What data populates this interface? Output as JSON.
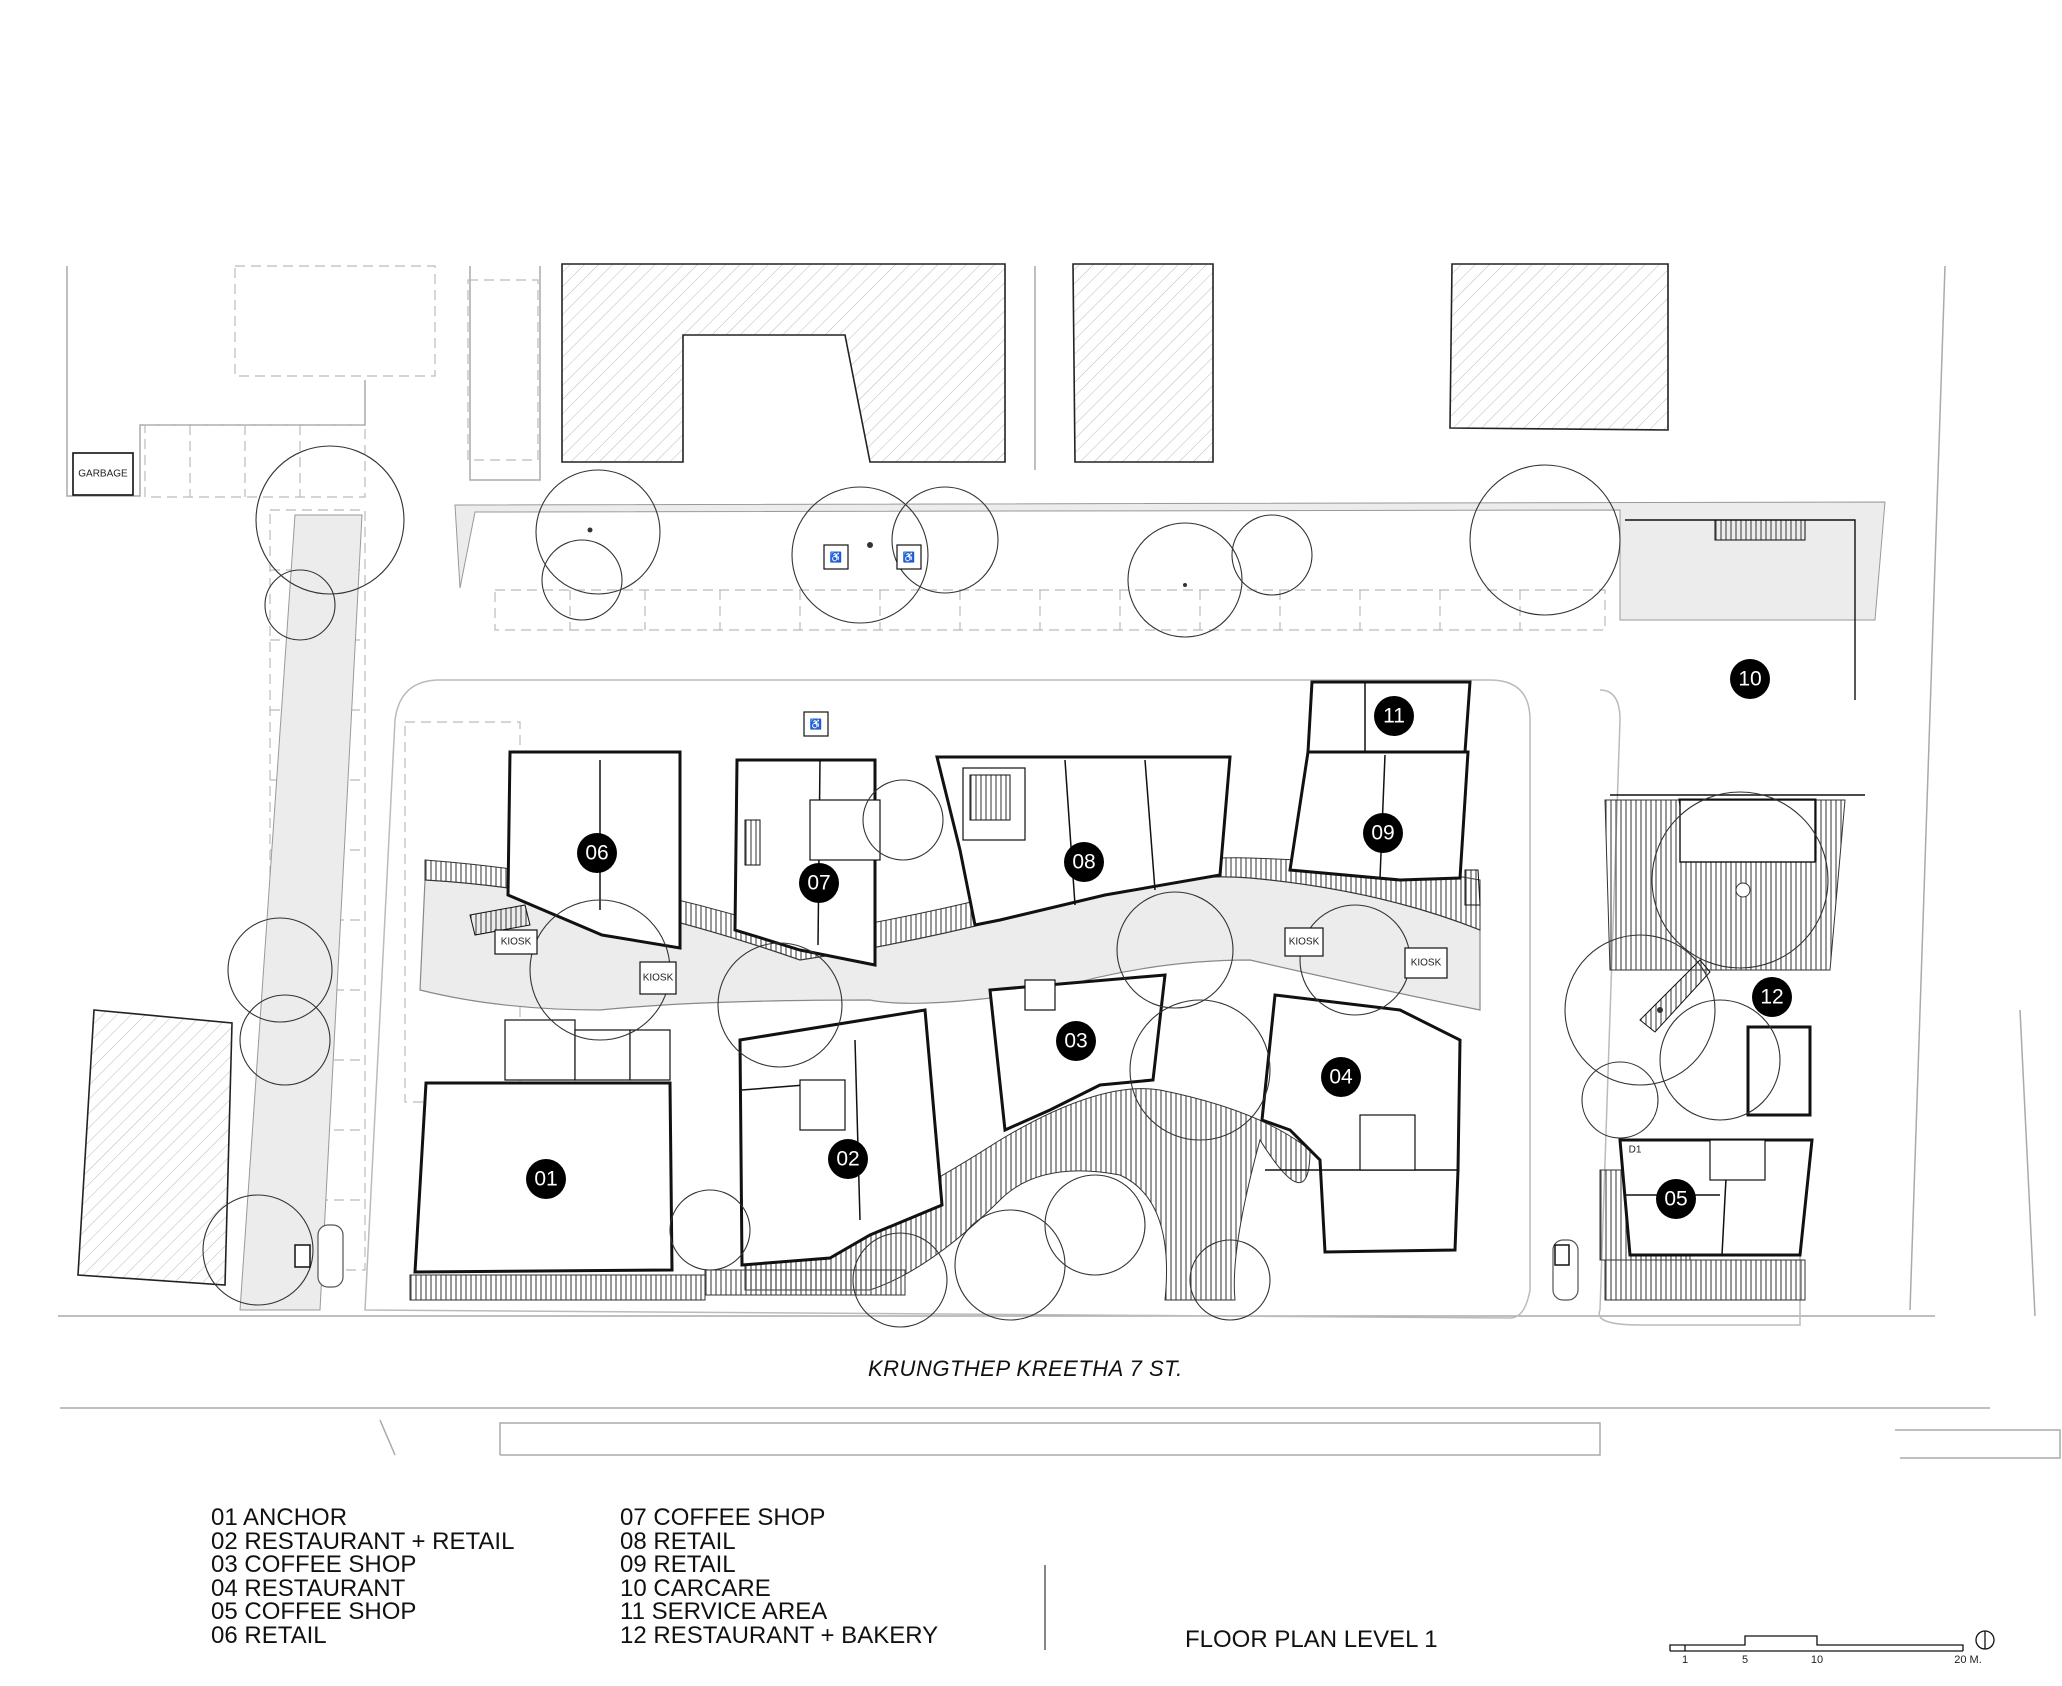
{
  "street_name": "KRUNGTHEP KREETHA 7 ST.",
  "title": "FLOOR PLAN LEVEL 1",
  "legend": {
    "left": [
      "01 ANCHOR",
      "02 RESTAURANT + RETAIL",
      "03 COFFEE SHOP",
      "04 RESTAURANT",
      "05 COFFEE SHOP",
      "06 RETAIL"
    ],
    "right": [
      "07 COFFEE SHOP",
      "08 RETAIL",
      "09 RETAIL",
      "10 CARCARE",
      "11 SERVICE AREA",
      "12 RESTAURANT + BAKERY"
    ]
  },
  "markers": [
    "01",
    "02",
    "03",
    "04",
    "05",
    "06",
    "07",
    "08",
    "09",
    "10",
    "11",
    "12"
  ],
  "labels": {
    "garbage": "GARBAGE",
    "kiosk": "KIOSK",
    "door": "D1"
  },
  "scale_bar": {
    "ticks": [
      "1",
      "5",
      "10",
      "20 M."
    ]
  },
  "icons": [
    "north-arrow-icon",
    "wheelchair-icon",
    "car-icon",
    "stair-icon"
  ]
}
